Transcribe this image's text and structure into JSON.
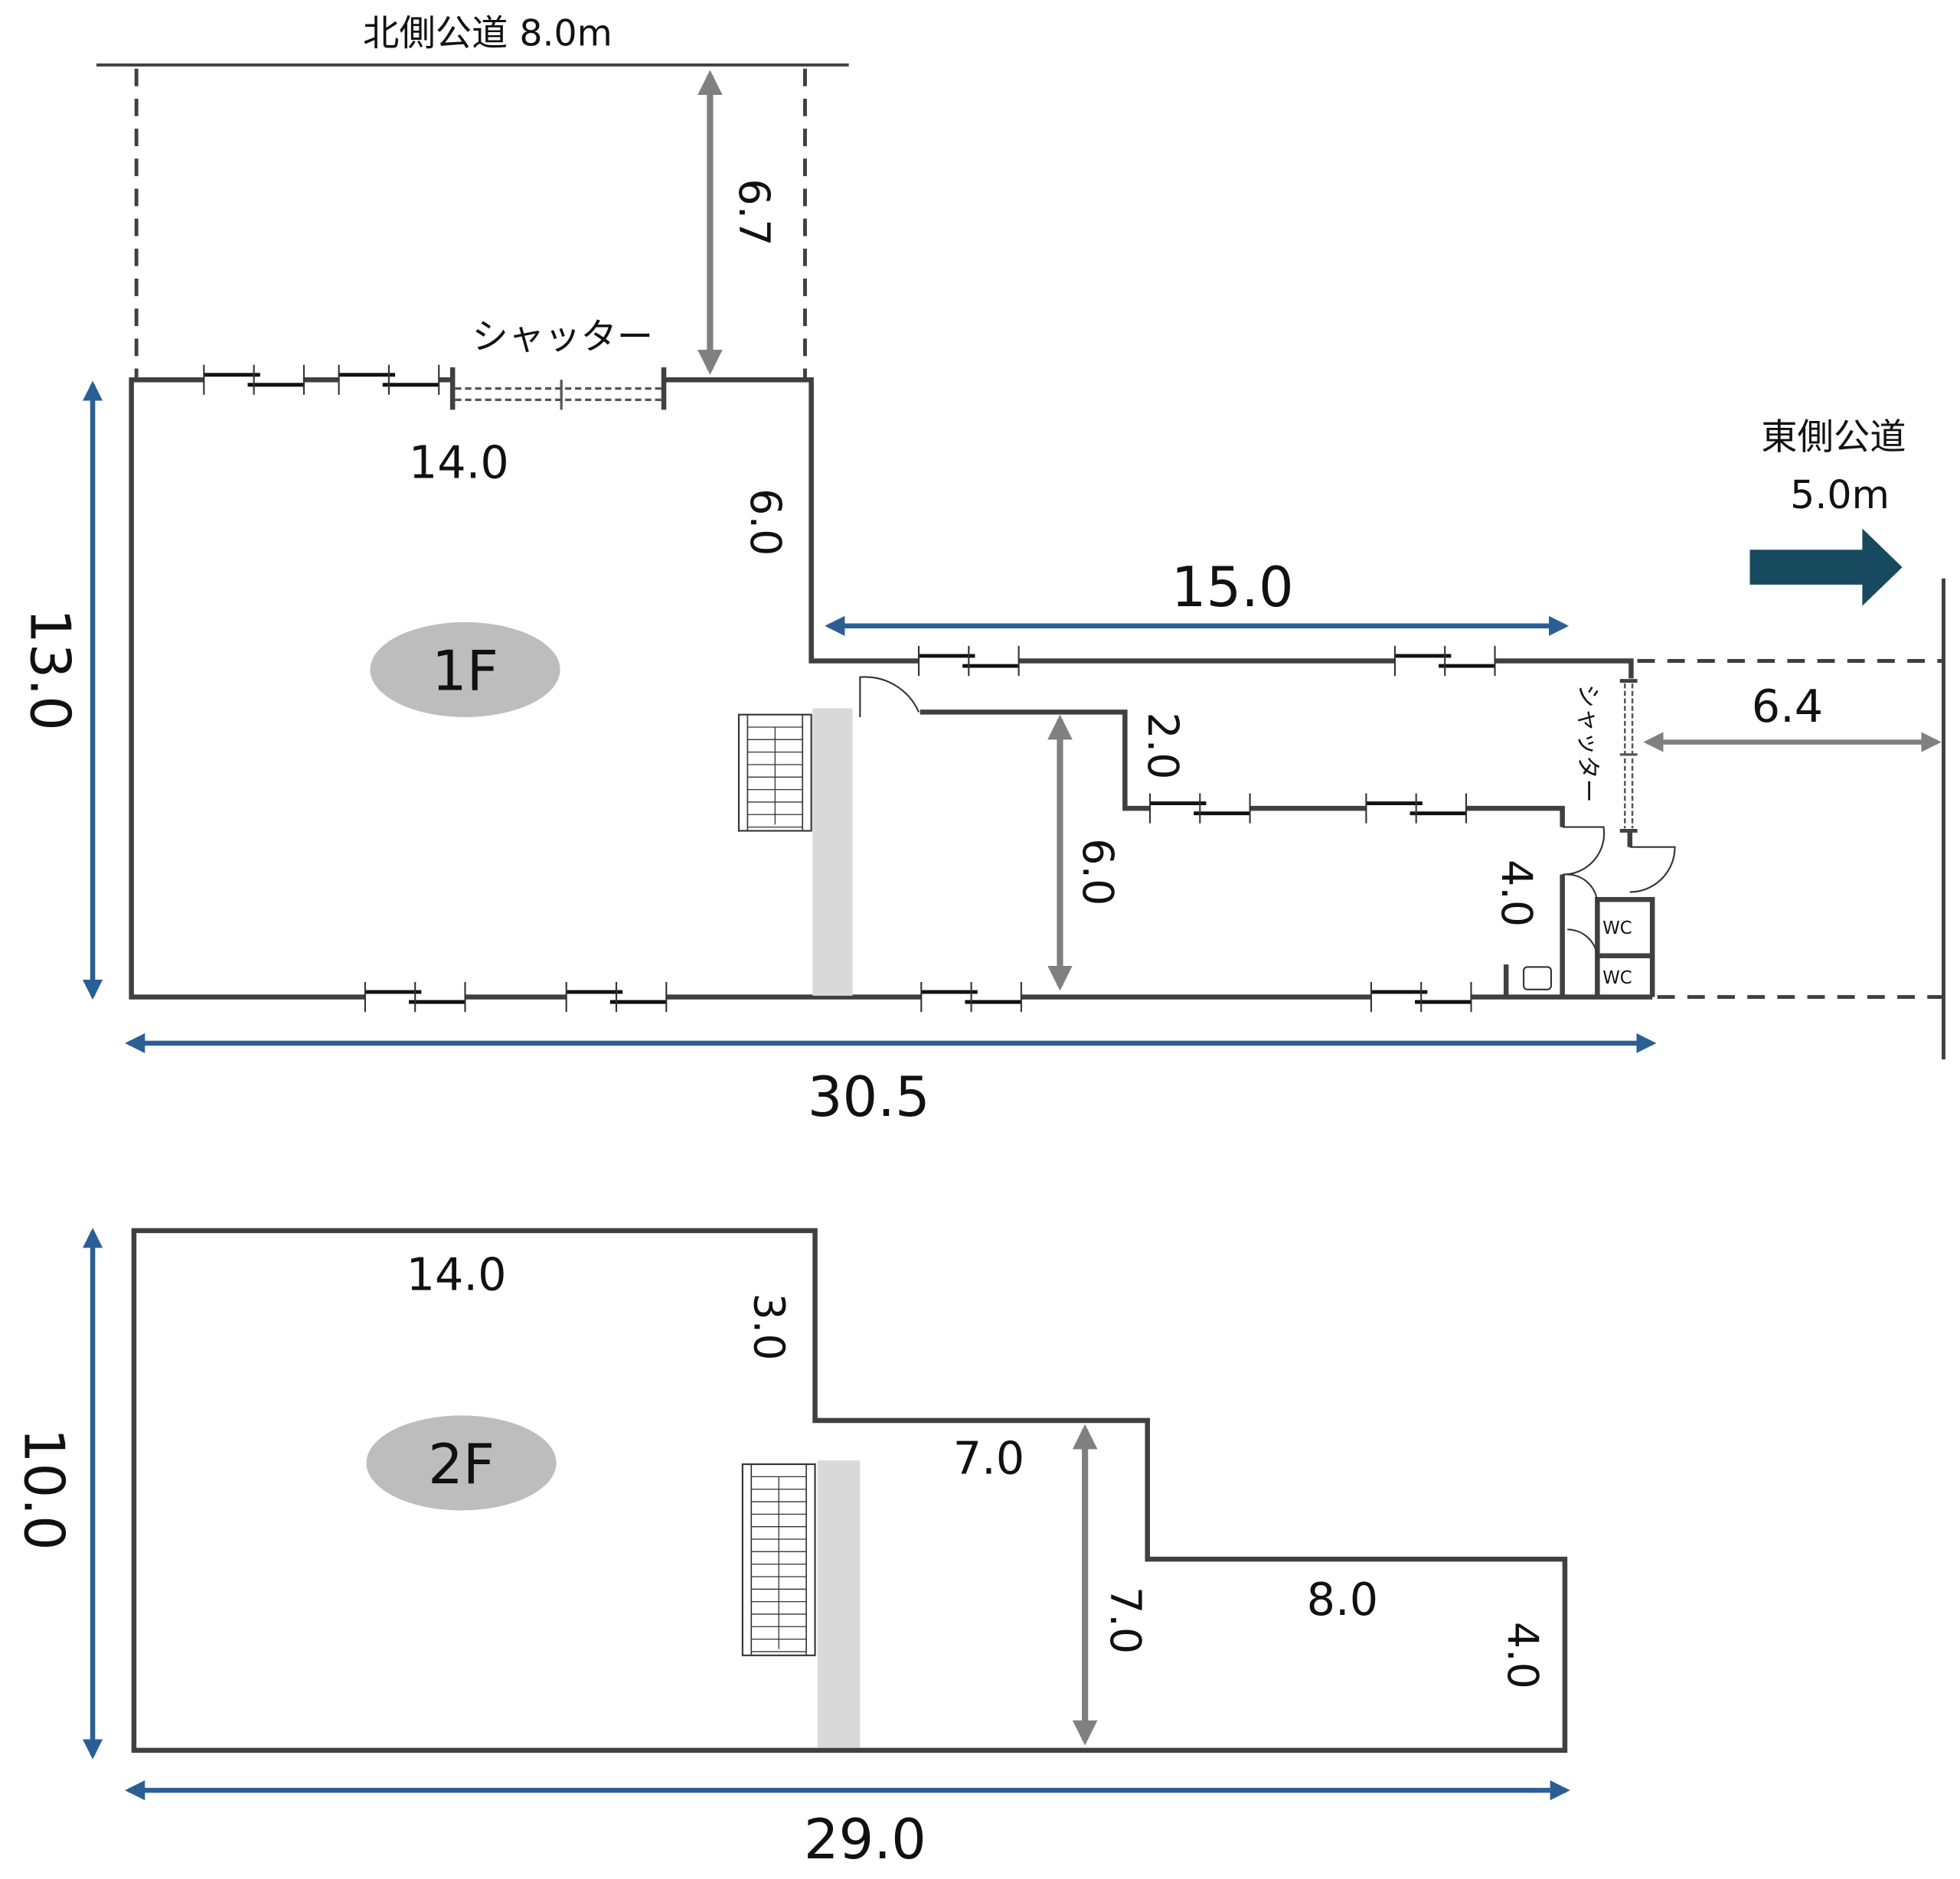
{
  "colors": {
    "dimension_blue": "#2a5f96",
    "dimension_gray": "#808080",
    "wall": "#404040",
    "floor_badge": "#bdbdbd",
    "east_arrow": "#174a5e",
    "column": "#d9d9d9"
  },
  "north_road": {
    "label": "北側公道 8.0m"
  },
  "east_road": {
    "label_line1": "東側公道",
    "label_line2": "5.0m"
  },
  "floor1": {
    "badge": "1F",
    "north_shutter": "シャッター",
    "east_shutter": "シャッター",
    "wc1": "WC",
    "wc2": "WC",
    "dims": {
      "north_setback": "6.7",
      "top_width": "14.0",
      "step_depth": "6.0",
      "east_wing_length": "15.0",
      "inner_step": "2.0",
      "inner_depth": "6.0",
      "east_depth": "4.0",
      "east_setback": "6.4",
      "total_depth": "13.0",
      "total_width": "30.5"
    }
  },
  "floor2": {
    "badge": "2F",
    "dims": {
      "top_width": "14.0",
      "step1_depth": "3.0",
      "mid_width": "7.0",
      "mid_depth": "7.0",
      "right_width": "8.0",
      "right_depth": "4.0",
      "total_depth": "10.0",
      "total_width": "29.0"
    }
  }
}
